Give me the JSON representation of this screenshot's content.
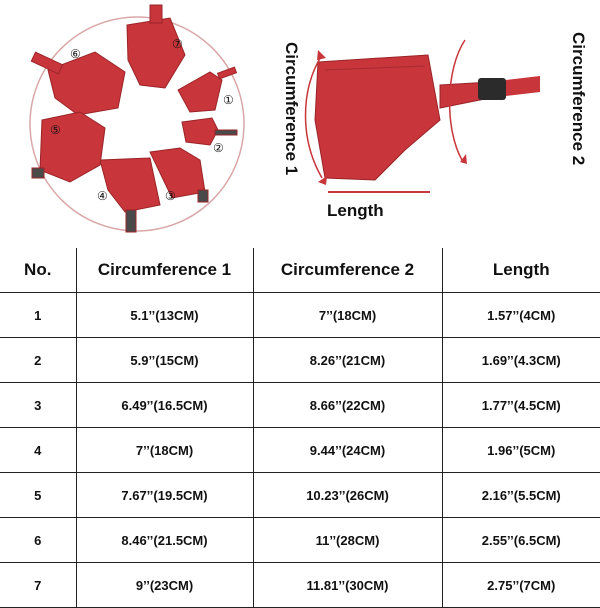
{
  "diagram": {
    "circumference_1_label": "Circumference 1",
    "circumference_2_label": "Circumference 2",
    "length_label": "Length",
    "size_markers": [
      "①",
      "②",
      "③",
      "④",
      "⑤",
      "⑥",
      "⑦"
    ],
    "muzzle_color": "#c8353a",
    "strap_color": "#c8353a"
  },
  "table": {
    "headers": [
      "No.",
      "Circumference 1",
      "Circumference 2",
      "Length"
    ],
    "rows": [
      [
        "1",
        "5.1’’(13CM)",
        "7’’(18CM)",
        "1.57’’(4CM)"
      ],
      [
        "2",
        "5.9’’(15CM)",
        "8.26’’(21CM)",
        "1.69’’(4.3CM)"
      ],
      [
        "3",
        "6.49’’(16.5CM)",
        "8.66’’(22CM)",
        "1.77’’(4.5CM)"
      ],
      [
        "4",
        "7’’(18CM)",
        "9.44’’(24CM)",
        "1.96’’(5CM)"
      ],
      [
        "5",
        "7.67’’(19.5CM)",
        "10.23’’(26CM)",
        "2.16’’(5.5CM)"
      ],
      [
        "6",
        "8.46’’(21.5CM)",
        "11’’(28CM)",
        "2.55’’(6.5CM)"
      ],
      [
        "7",
        "9’’(23CM)",
        "11.81’’(30CM)",
        "2.75’’(7CM)"
      ]
    ]
  }
}
